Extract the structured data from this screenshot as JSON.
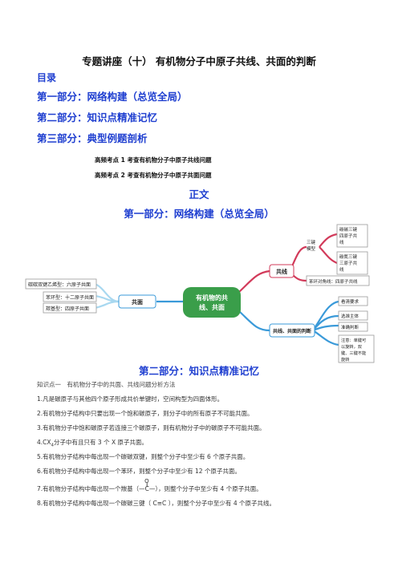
{
  "title": "专题讲座（十） 有机物分子中原子共线、共面的判断",
  "toc": {
    "label": "目录",
    "items": [
      "第一部分：网络构建（总览全局）",
      "第二部分：知识点精准记忆",
      "第三部分：典型例题剖析"
    ],
    "focus": [
      "高频考点 1 考查有机物分子中原子共线问题",
      "高频考点 2 考查有机物分子中原子共面问题"
    ]
  },
  "body_label": "正文",
  "part1_heading": "第一部分：网络构建（总览全局）",
  "mindmap": {
    "center": [
      "有机物的共",
      "线、共面"
    ],
    "left_branch": "共面",
    "left_leaves": [
      "碳碳双键乙烯型：六原子共面",
      "苯环型：十二原子共面",
      "羰基型：四原子共面"
    ],
    "right_top": "共线",
    "right_top_sub": [
      "三键",
      "模型"
    ],
    "right_top_leaves": [
      [
        "碳碳三键",
        "四原子共",
        "线"
      ],
      [
        "碳氮三键",
        "三原子共",
        "线"
      ]
    ],
    "right_top_extra": "苯环对角线：四原子共线",
    "right_bottom": "共线、共面的判断",
    "right_bottom_leaves": [
      "看清要求",
      "选准主体",
      "准确判断"
    ],
    "right_bottom_note": [
      "注意：单键可",
      "以旋转，双",
      "键、三键不能",
      "旋转"
    ]
  },
  "part2_heading": "第二部分：知识点精准记忆",
  "lines": {
    "k1": "知识点一　有机物分子中的共面、共线问题分析方法",
    "l1": "1.凡是碳原子与其他四个原子形成共价单键时，空间构型为四面体形。",
    "l2": "2.有机物分子结构中只要出现一个饱和碳原子，则分子中的所有原子不可能共面。",
    "l3": "3.有机物分子中饱和碳原子若连接三个碳原子，则有机物分子中的碳原子不可能共面。",
    "l4_a": "4.CX",
    "l4_sub": "4",
    "l4_b": "分子中有且只有 3 个 X 原子共面。",
    "l5": "5.有机物分子结构中每出现一个碳碳双键，则整个分子中至少有 6 个原子共面。",
    "l6": "6.有机物分子结构中每出现一个苯环，则整个分子中至少有 12 个原子共面。",
    "l7_a": "7.有机物分子结构中每出现一个羰基（",
    "l7_dash": "—C—",
    "l7_o": "O",
    "l7_b": "），则整个分子中至少有 4 个原子共面。",
    "l8_a": "8.有机物分子结构中每出现一个碳碳三键（",
    "l8_mid": " C≡C ",
    "l8_b": "），则整个分子中至少有 4 个原子共线。"
  }
}
